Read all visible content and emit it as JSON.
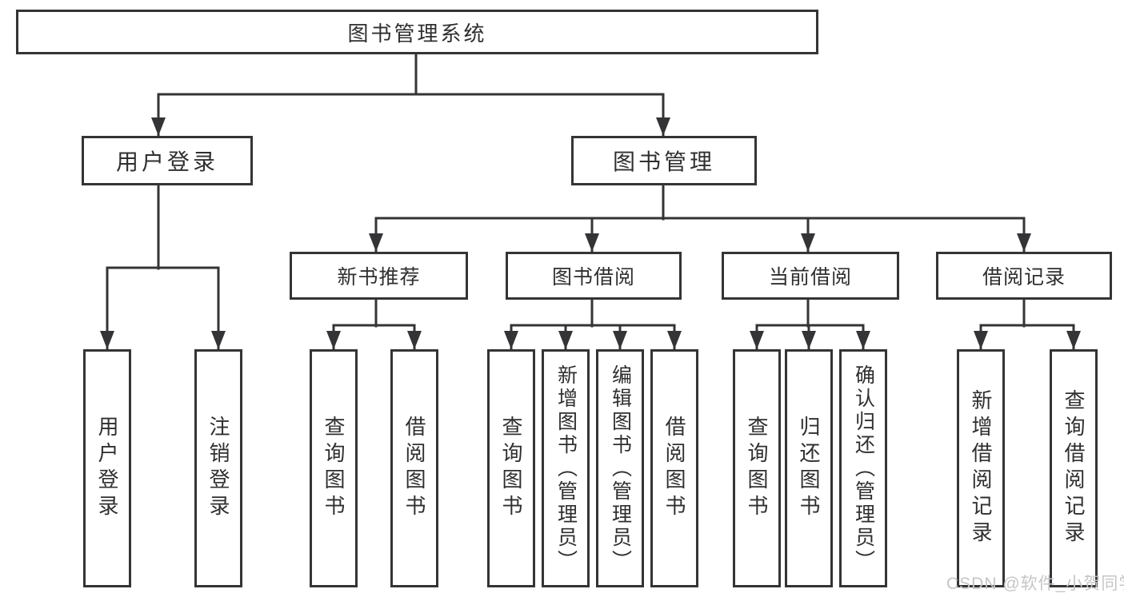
{
  "colors": {
    "line": "#343436",
    "box_border": "#343436",
    "text": "#2f2f31",
    "background": "#ffffff",
    "watermark": "#c6c6c8"
  },
  "tree": {
    "root": {
      "label": "图书管理系统"
    },
    "branches": [
      {
        "label": "用户登录",
        "children": [
          {
            "label": "用户登录"
          },
          {
            "label": "注销登录"
          }
        ]
      },
      {
        "label": "图书管理",
        "children": [
          {
            "label": "新书推荐",
            "children": [
              {
                "label": "查询图书"
              },
              {
                "label": "借阅图书"
              }
            ]
          },
          {
            "label": "图书借阅",
            "children": [
              {
                "label": "查询图书"
              },
              {
                "label": "新增图书（管理员）"
              },
              {
                "label": "编辑图书（管理员）"
              },
              {
                "label": "借阅图书"
              }
            ]
          },
          {
            "label": "当前借阅",
            "children": [
              {
                "label": "查询图书"
              },
              {
                "label": "归还图书"
              },
              {
                "label": "确认归还（管理员）"
              }
            ]
          },
          {
            "label": "借阅记录",
            "children": [
              {
                "label": "新增借阅记录"
              },
              {
                "label": "查询借阅记录"
              }
            ]
          }
        ]
      }
    ]
  },
  "watermark": {
    "text": "CSDN @软件_小贺同学"
  }
}
